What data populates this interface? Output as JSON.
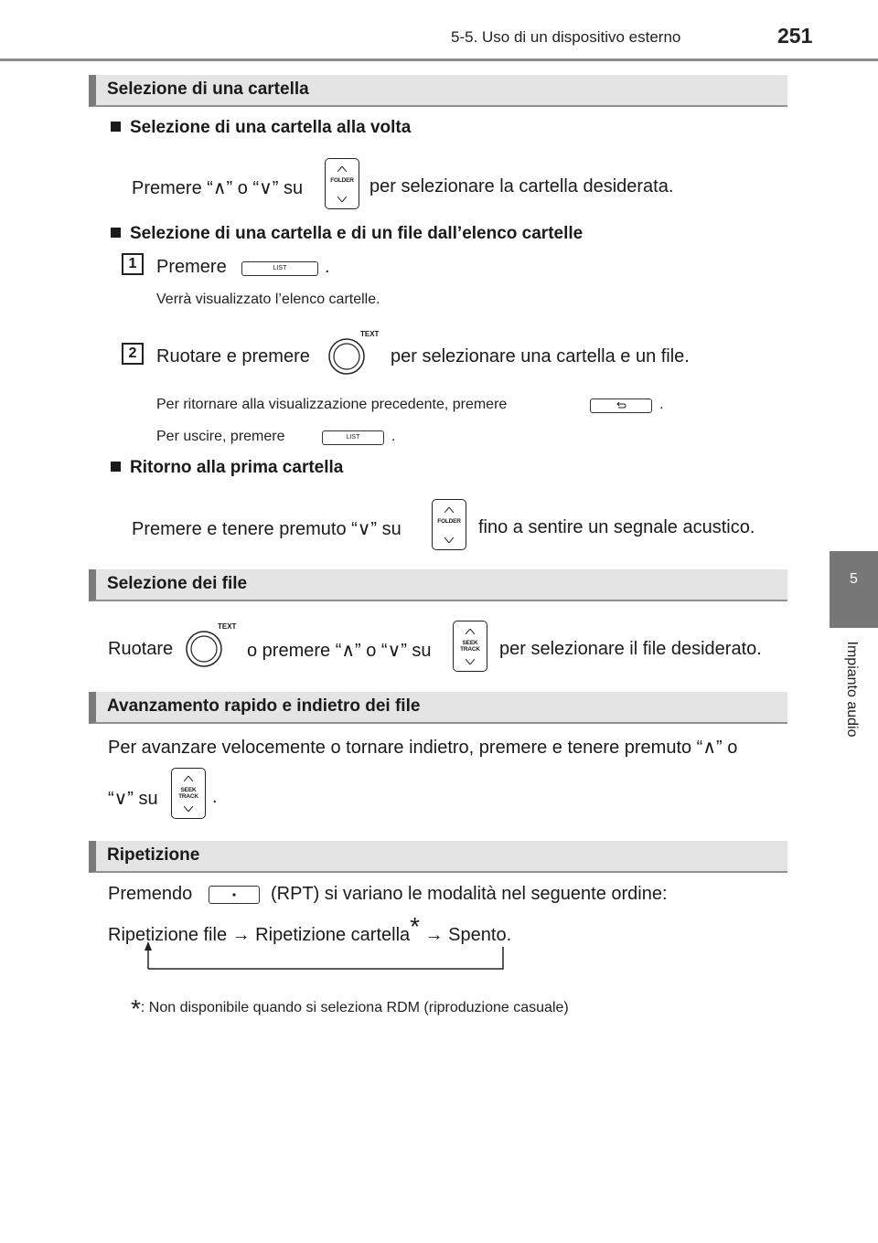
{
  "header": {
    "section": "5-5. Uso di un dispositivo esterno",
    "page": "251"
  },
  "side_tab": {
    "number": "5",
    "label": "Impianto audio"
  },
  "sections": [
    {
      "title": "Selezione di una cartella"
    },
    {
      "title": "Selezione dei file"
    },
    {
      "title": "Avanzamento rapido e indietro dei file"
    },
    {
      "title": "Ripetizione"
    }
  ],
  "folder": {
    "b1_title": "Selezione di una cartella alla volta",
    "b1_text_a": "Premere “∧” o “∨” su",
    "b1_text_b": "per selezionare la cartella desiderata.",
    "b2_title": "Selezione di una cartella e di un file dall’elenco cartelle",
    "step1_num": "1",
    "step1_a": "Premere",
    "step1_b": ".",
    "step1_note": "Verrà visualizzato l’elenco cartelle.",
    "step2_num": "2",
    "step2_a": "Ruotare e premere",
    "step2_b": "per selezionare una cartella e un file.",
    "back_note_a": "Per ritornare alla visualizzazione precedente, premere",
    "back_note_b": ".",
    "exit_note_a": "Per uscire, premere",
    "exit_note_b": ".",
    "b3_title": "Ritorno alla prima cartella",
    "b3_text_a": "Premere e tenere premuto “∨” su",
    "b3_text_b": "fino a sentire un segnale acustico."
  },
  "files": {
    "text_a": "Ruotare",
    "text_b": "o premere “∧” o “∨” su",
    "text_c": "per selezionare il file desiderato."
  },
  "fast": {
    "line1": "Per avanzare velocemente o tornare indietro, premere e tenere premuto “∧” o",
    "line2_a": "“∨” su",
    "line2_b": "."
  },
  "repeat": {
    "line1_a": "Premendo",
    "line1_b": "(RPT) si variano le modalità nel seguente ordine:",
    "line2_a": "Ripetizione file → Ripetizione cartella",
    "line2_star": "*",
    "line2_b": " → Spento.",
    "footnote_star": "*",
    "footnote": ": Non disponibile quando si seleziona RDM (riproduzione casuale)"
  },
  "icons": {
    "folder_label": "FOLDER",
    "seek_label_1": "SEEK",
    "seek_label_2": "TRACK",
    "list_label": "LIST",
    "text_label": "TEXT"
  }
}
